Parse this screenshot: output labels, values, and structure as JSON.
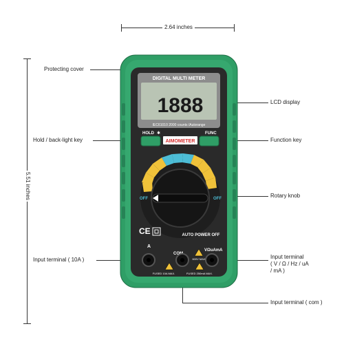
{
  "dimensions": {
    "width_label": "2.64 inches",
    "height_label": "5.51 inches"
  },
  "callouts": {
    "protecting_cover": "Protecting cover",
    "hold_backlight_key": "Hold / back-light key",
    "input_terminal_10a": "Input terminal ( 10A )",
    "input_terminal_com": "Input terminal ( com )",
    "lcd_display": "LCD display",
    "function_key": "Function key",
    "rotary_knob": "Rotary knob",
    "input_terminal_v_line1": "Input terminal",
    "input_terminal_v_line2": "( V / Ω / Hz / uA",
    "input_terminal_v_line3": "/ mA )"
  },
  "device": {
    "lcd_header": "DIGITAL MULTI METER",
    "lcd_reading": "1888",
    "lcd_footer": "IEC61010  2000 counts /Autorange",
    "hold_label": "HOLD",
    "func_label": "FUNC",
    "brand": "AIMOMETER",
    "auto_power_off": "AUTO POWER OFF",
    "ce_mark": "CE",
    "terminal_a": "A",
    "terminal_com": "COM",
    "terminal_v": "VΩuAmA",
    "fused_10a": "FUSED 10A MAX.",
    "fused_mA": "FUSED 250mA MAX.",
    "max_voltage": "600V MAX",
    "off_left": "OFF",
    "off_right": "OFF",
    "colors": {
      "body": "#2f9e66",
      "face": "#2a2a2a",
      "lcd": "#b9c4b4",
      "accent_red": "#d62c2c",
      "dial_yellow": "#f0c23a"
    }
  }
}
